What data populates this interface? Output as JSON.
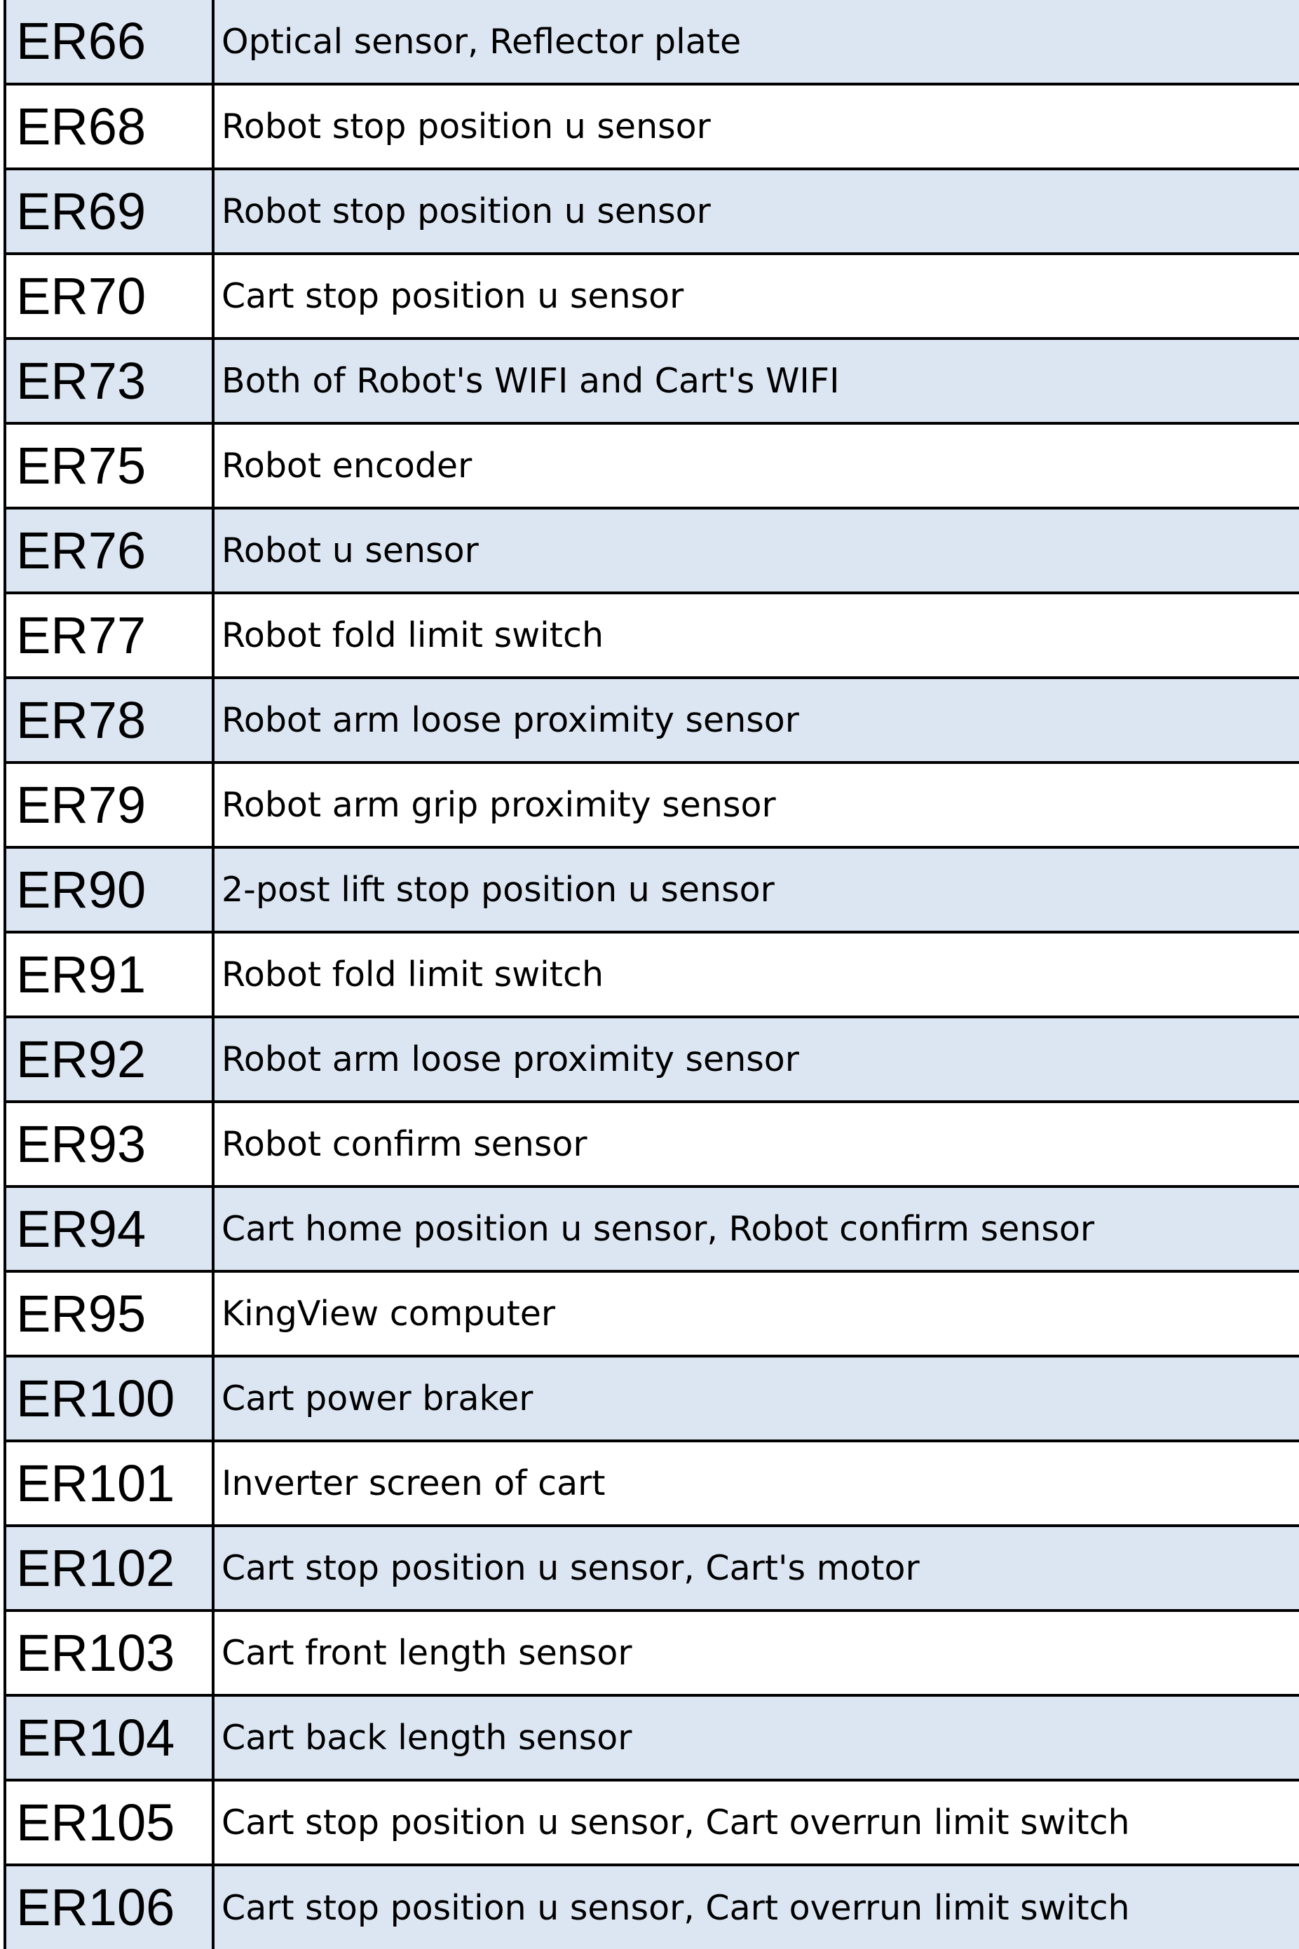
{
  "table": {
    "rows": [
      {
        "code": "ER66",
        "description": "Optical sensor, Reflector plate",
        "shaded": true
      },
      {
        "code": "ER68",
        "description": "Robot stop position u sensor",
        "shaded": false
      },
      {
        "code": "ER69",
        "description": "Robot stop position u sensor",
        "shaded": true
      },
      {
        "code": "ER70",
        "description": "Cart stop position u sensor",
        "shaded": false
      },
      {
        "code": "ER73",
        "description": "Both of Robot's WIFI and Cart's WIFI",
        "shaded": true
      },
      {
        "code": "ER75",
        "description": "Robot encoder",
        "shaded": false
      },
      {
        "code": "ER76",
        "description": "Robot u sensor",
        "shaded": true
      },
      {
        "code": "ER77",
        "description": "Robot fold limit switch",
        "shaded": false
      },
      {
        "code": "ER78",
        "description": "Robot arm loose proximity sensor",
        "shaded": true
      },
      {
        "code": "ER79",
        "description": "Robot arm grip proximity sensor",
        "shaded": false
      },
      {
        "code": "ER90",
        "description": "2-post lift stop position u sensor",
        "shaded": true
      },
      {
        "code": "ER91",
        "description": "Robot fold limit switch",
        "shaded": false
      },
      {
        "code": "ER92",
        "description": "Robot arm loose proximity sensor",
        "shaded": true
      },
      {
        "code": "ER93",
        "description": "Robot confirm sensor",
        "shaded": false
      },
      {
        "code": "ER94",
        "description": "Cart home position u sensor, Robot confirm sensor",
        "shaded": true
      },
      {
        "code": "ER95",
        "description": "KingView computer",
        "shaded": false
      },
      {
        "code": "ER100",
        "description": "Cart power braker",
        "shaded": true
      },
      {
        "code": "ER101",
        "description": "Inverter screen of cart",
        "shaded": false
      },
      {
        "code": "ER102",
        "description": "Cart stop position u sensor, Cart's motor",
        "shaded": true
      },
      {
        "code": "ER103",
        "description": "Cart front length sensor",
        "shaded": false
      },
      {
        "code": "ER104",
        "description": "Cart back length sensor",
        "shaded": true
      },
      {
        "code": "ER105",
        "description": "Cart stop position u sensor, Cart overrun limit switch",
        "shaded": false
      },
      {
        "code": "ER106",
        "description": "Cart stop position u sensor, Cart overrun limit switch",
        "shaded": true
      }
    ]
  },
  "colors": {
    "shaded_row": "#dce6f2",
    "plain_row": "#ffffff",
    "grid": "#000000",
    "text": "#000000"
  }
}
